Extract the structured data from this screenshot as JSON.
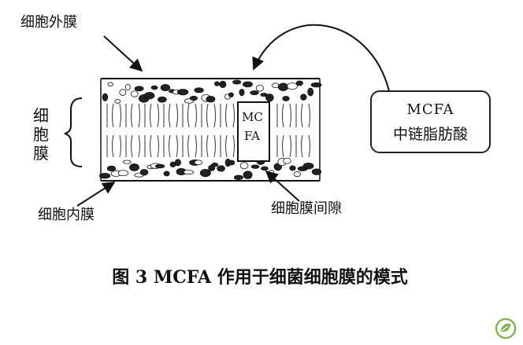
{
  "labels": {
    "outer_membrane": "细胞外膜",
    "cell_membrane": "细胞膜",
    "inner_membrane": "细胞内膜",
    "membrane_gap": "细胞膜间隙"
  },
  "callout": {
    "abbr": "MCFA",
    "name": "中链脂肪酸"
  },
  "channel": {
    "line1": "MC",
    "line2": "FA"
  },
  "caption": "图 3   MCFA 作用于细菌细胞膜的模式",
  "colors": {
    "ink": "#111111",
    "logo": "#7bb342"
  },
  "icons": [
    "leaf-logo-icon"
  ]
}
